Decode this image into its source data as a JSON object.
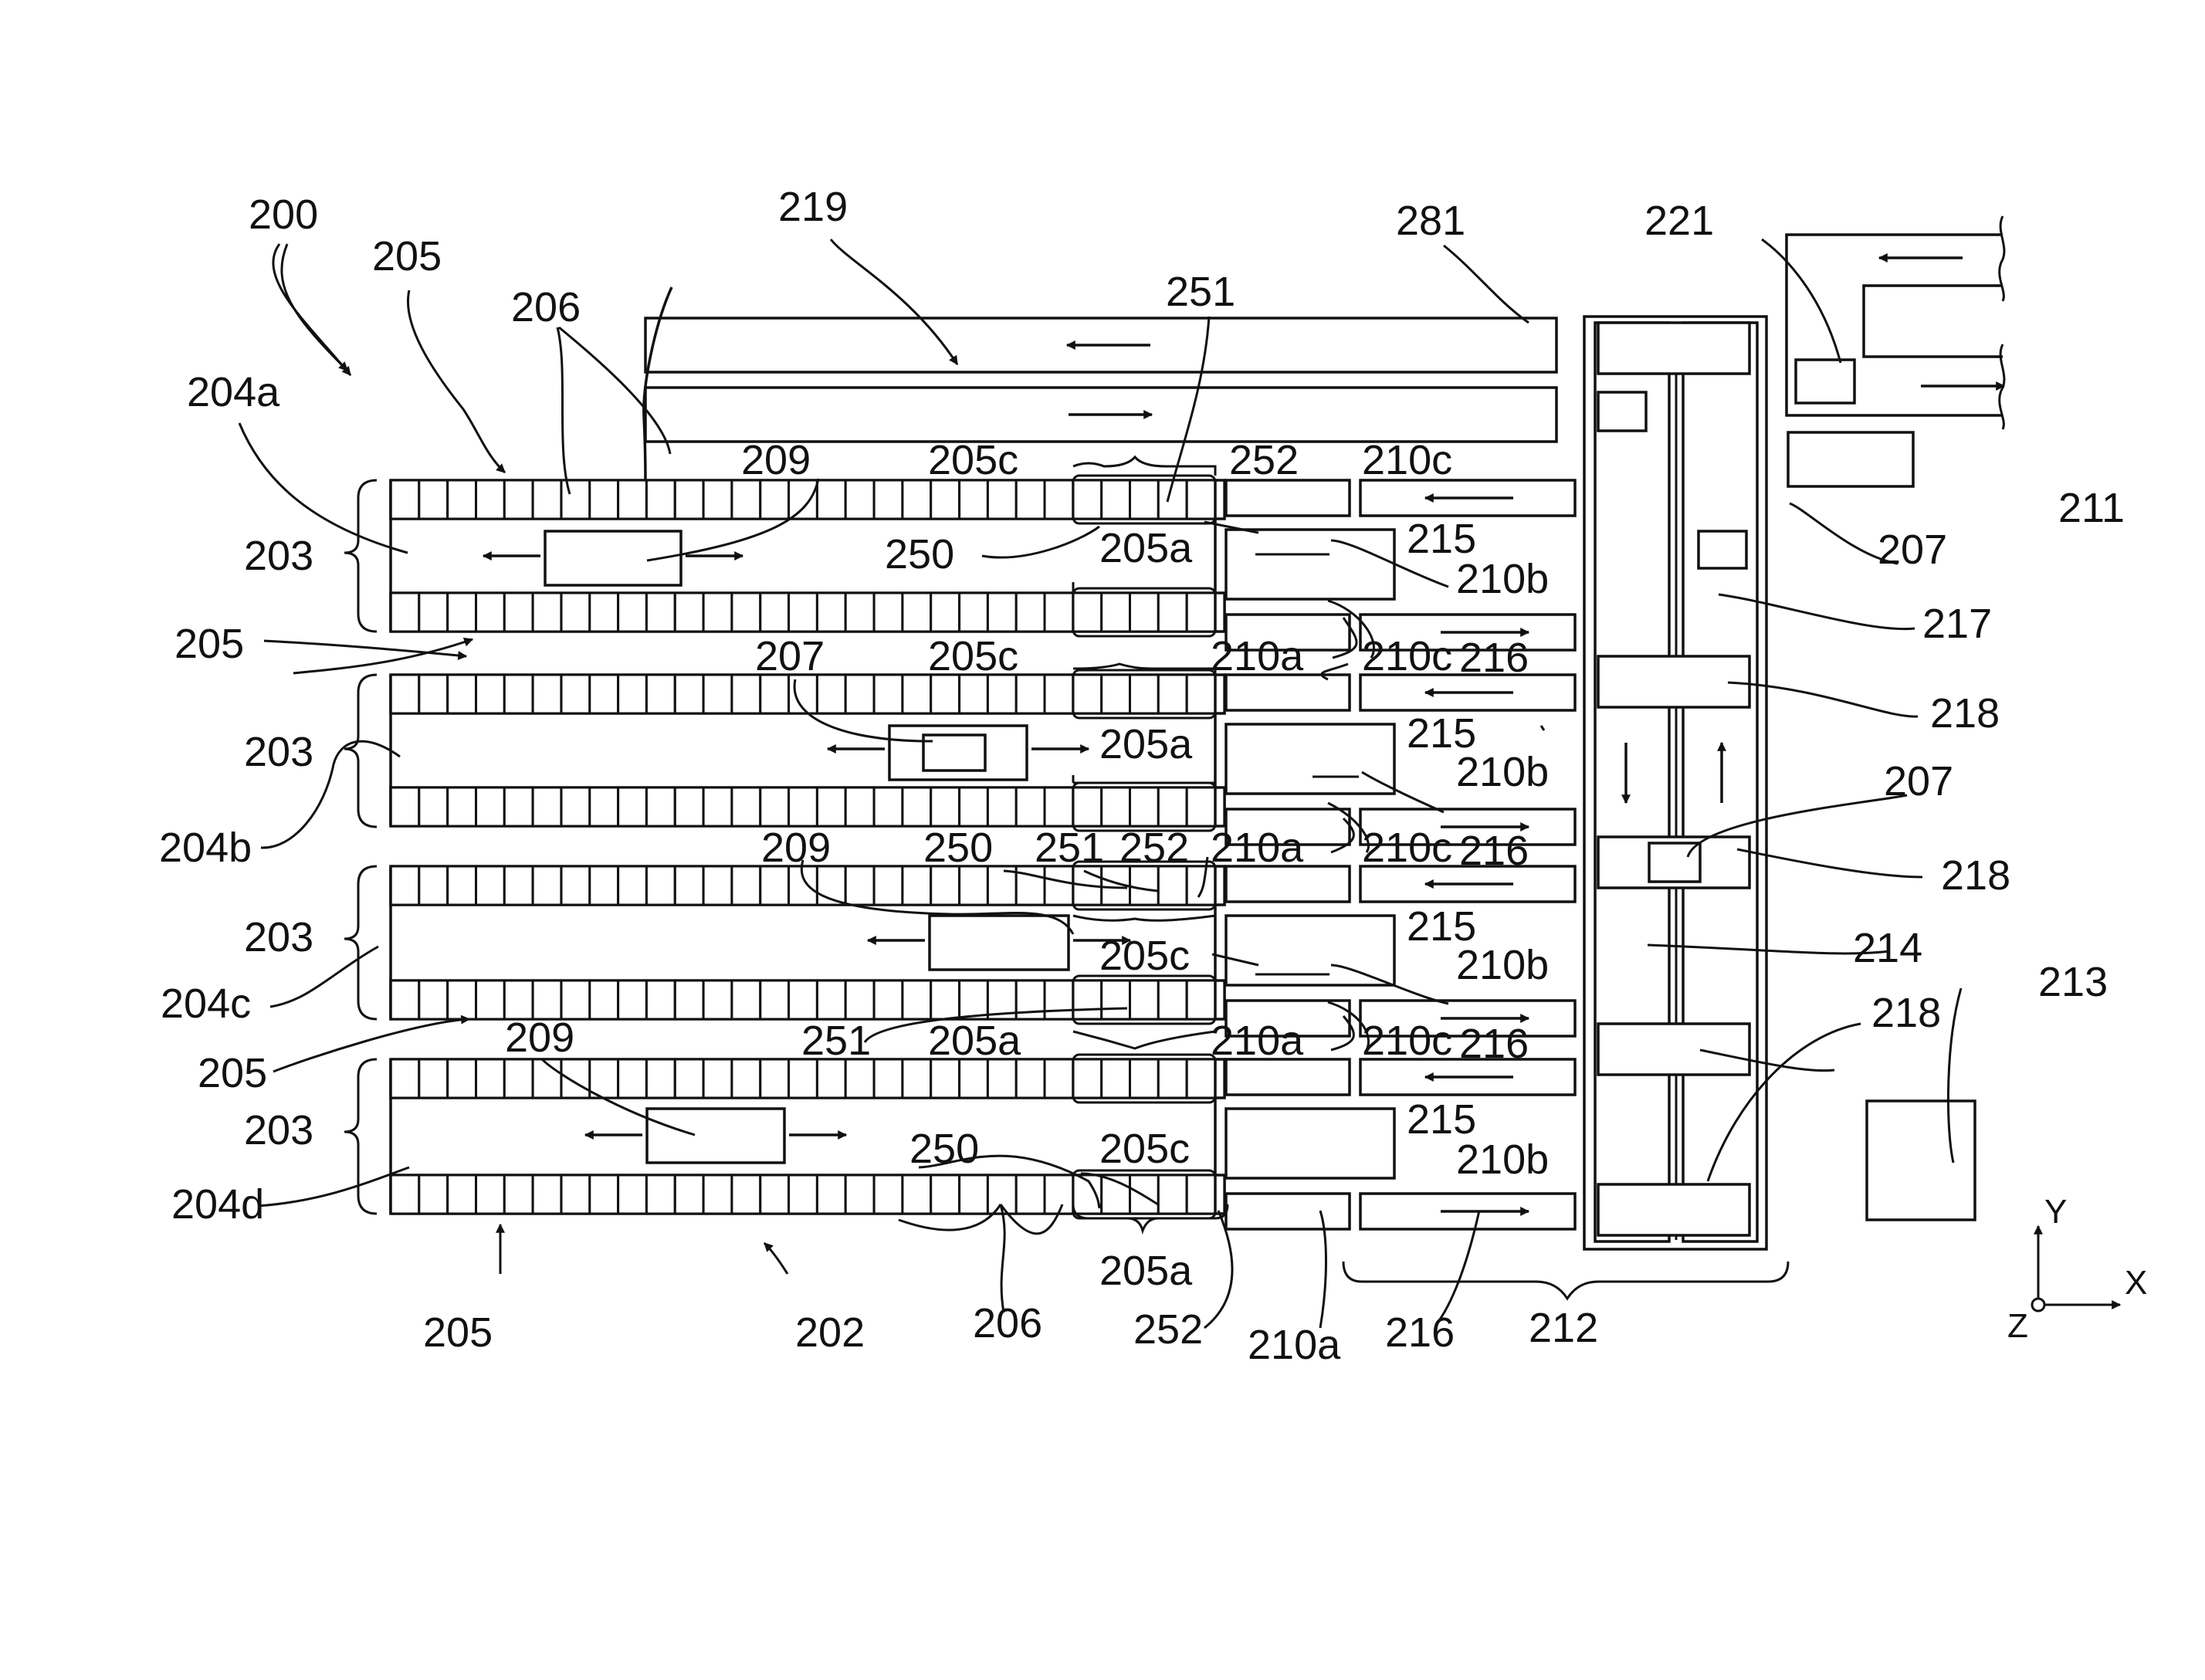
{
  "labels": {
    "l200": "200",
    "l205": "205",
    "l206": "206",
    "l219": "219",
    "l251": "251",
    "l281": "281",
    "l221": "221",
    "l204a": "204a",
    "l203": "203",
    "l209": "209",
    "l205c": "205c",
    "l252": "252",
    "l210c": "210c",
    "l211": "211",
    "l250": "250",
    "l205a": "205a",
    "l215": "215",
    "l207": "207",
    "l210b": "210b",
    "l217": "217",
    "l210a": "210a",
    "l216": "216",
    "l218": "218",
    "l204b": "204b",
    "l204c": "204c",
    "l214": "214",
    "l213": "213",
    "l204d": "204d",
    "l202": "202",
    "l212": "212"
  },
  "axes": {
    "x": "X",
    "y": "Y",
    "z": "Z"
  }
}
